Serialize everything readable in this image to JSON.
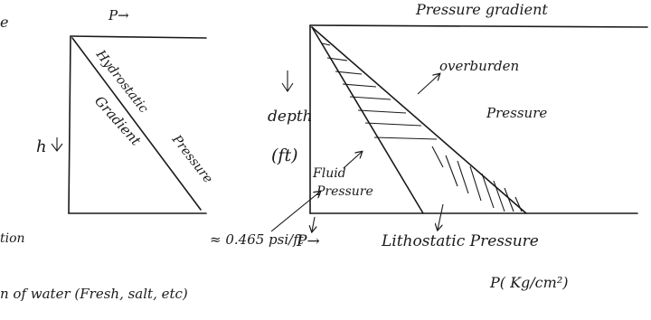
{
  "left": {
    "cut_top_left": "e",
    "pressure_axis": "P→",
    "depth_symbol": "h",
    "hydrostatic_line1": "Hydrostatic",
    "hydrostatic_line2": "Pressure",
    "gradient_label": "Gradient",
    "cut_bottom_left": "tion",
    "cut_footer": "n of water (Fresh, salt, etc)"
  },
  "right": {
    "title": "Pressure gradient",
    "overburden_line1": "overburden",
    "overburden_line2": "Pressure",
    "depth_label": "depth",
    "depth_unit": "(ft)",
    "fluid_line1": "Fluid",
    "fluid_line2": "Pressure",
    "gradient_value": "≈ 0.465 psi/ft",
    "pressure_axis": "P→",
    "lithostatic_label": "Lithostatic Pressure",
    "pressure_unit": "P( Kg/cm²)"
  }
}
